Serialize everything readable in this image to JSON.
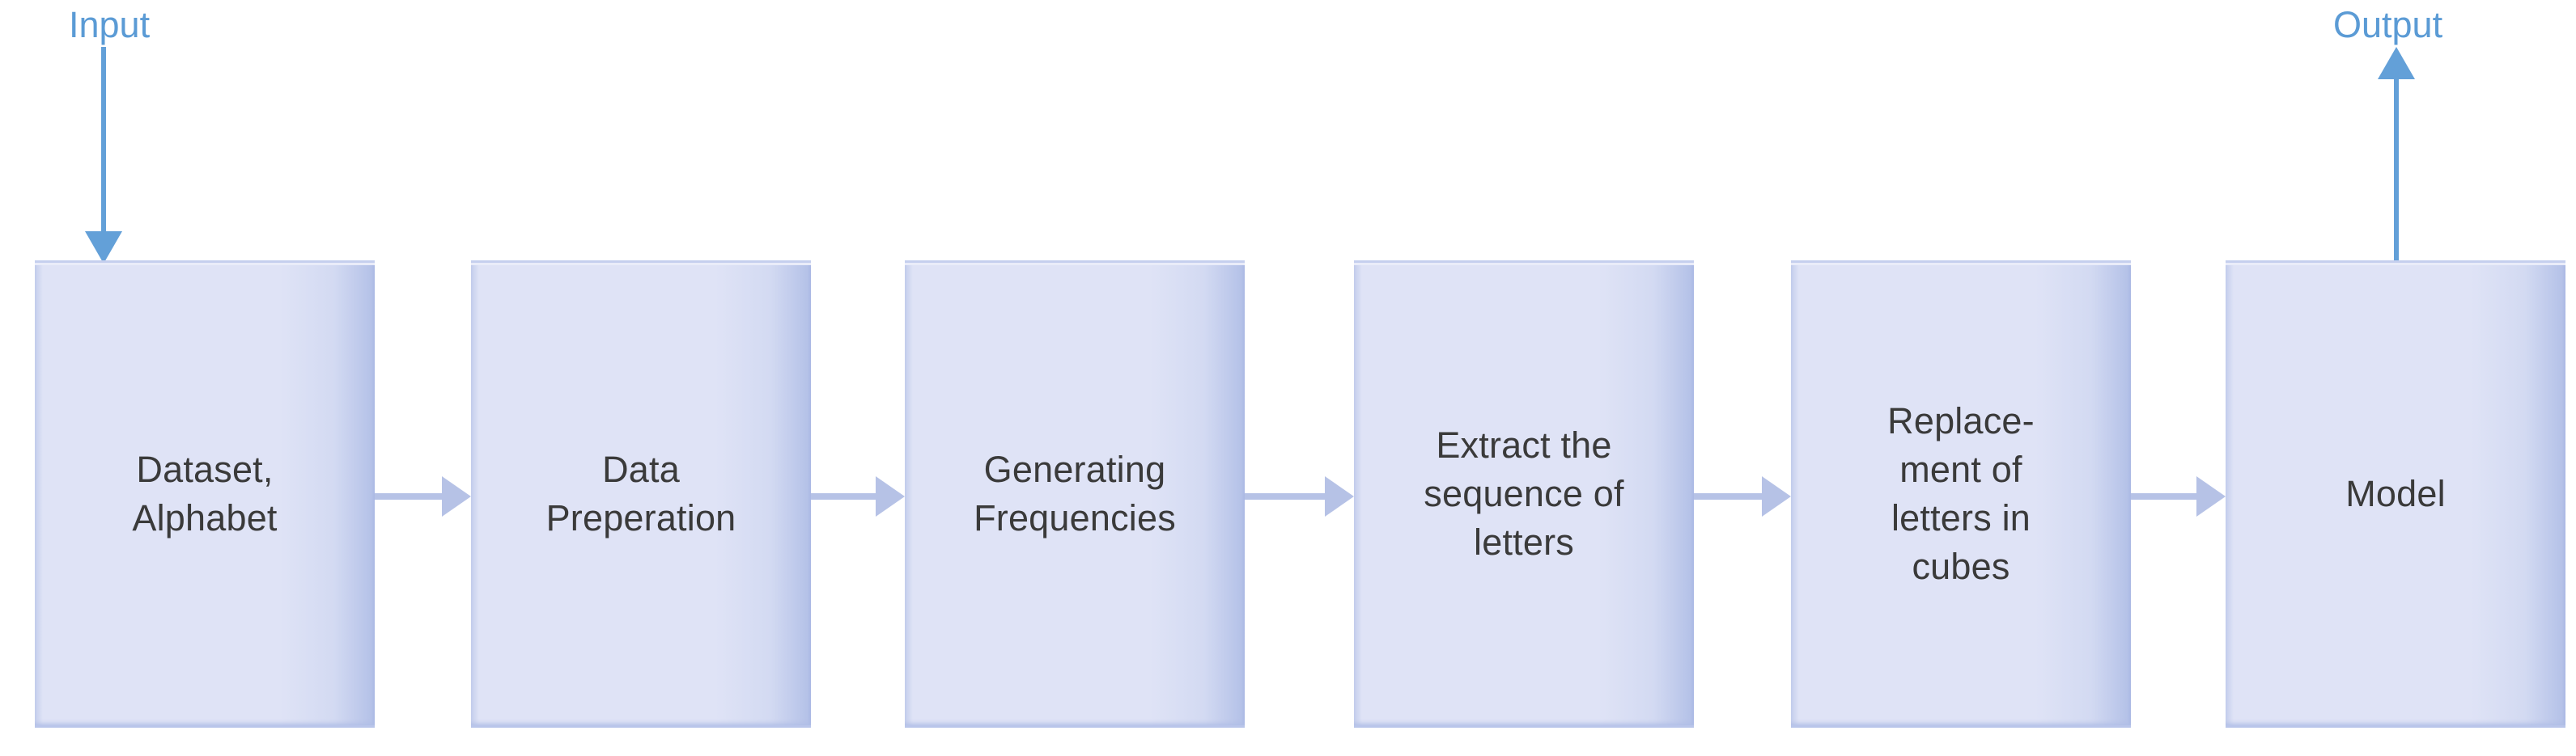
{
  "diagram": {
    "title": "Model pipeline flowchart",
    "colors": {
      "box_fill": "#dfe3f6",
      "box_border": "#b5c2e8",
      "connector_arrow": "#b6c2e6",
      "endpoint_arrow": "#63a0d8",
      "endpoint_label": "#5b9bd5",
      "box_text": "#3a3a3a",
      "background": "#ffffff"
    },
    "endpoints": {
      "input_label": "Input",
      "output_label": "Output"
    },
    "steps": [
      {
        "id": "step-1",
        "label": "Dataset,\nAlphabet"
      },
      {
        "id": "step-2",
        "label": "Data\nPreperation"
      },
      {
        "id": "step-3",
        "label": "Generating\nFrequencies"
      },
      {
        "id": "step-4",
        "label": "Extract the\nsequence of\nletters"
      },
      {
        "id": "step-5",
        "label": "Replace-\nment of\nletters in\ncubes"
      },
      {
        "id": "step-6",
        "label": "Model"
      }
    ],
    "connectors": [
      {
        "id": "arrow-1-2",
        "from": "step-1",
        "to": "step-2",
        "glyph": "right-arrow-icon"
      },
      {
        "id": "arrow-2-3",
        "from": "step-2",
        "to": "step-3",
        "glyph": "right-arrow-icon"
      },
      {
        "id": "arrow-3-4",
        "from": "step-3",
        "to": "step-4",
        "glyph": "right-arrow-icon"
      },
      {
        "id": "arrow-4-5",
        "from": "step-4",
        "to": "step-5",
        "glyph": "right-arrow-icon"
      },
      {
        "id": "arrow-5-6",
        "from": "step-5",
        "to": "step-6",
        "glyph": "right-arrow-icon"
      },
      {
        "id": "arrow-input",
        "from": "Input",
        "to": "step-1",
        "glyph": "down-arrow-icon"
      },
      {
        "id": "arrow-output",
        "from": "step-6",
        "to": "Output",
        "glyph": "up-arrow-icon"
      }
    ]
  }
}
